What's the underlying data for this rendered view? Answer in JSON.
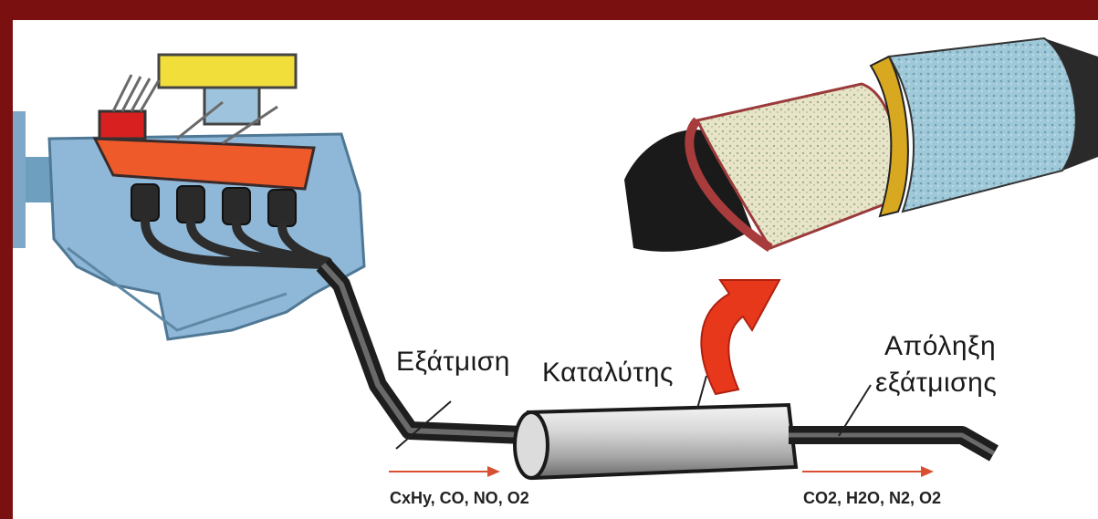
{
  "labels": {
    "exhaust": "Εξάτμιση",
    "catalyst": "Καταλύτης",
    "tailpipe_line1": "Απόληξη",
    "tailpipe_line2": "εξάτμισης"
  },
  "formulas": {
    "input": "CxHy, CO, NO, O2",
    "output": "CO2, H2O, N2, O2"
  },
  "colors": {
    "frame": "#7a1010",
    "engine_block": "#8fb8d8",
    "engine_head": "#ee5a2a",
    "arrow": "#e8381c",
    "flow_arrow": "#d85030"
  }
}
